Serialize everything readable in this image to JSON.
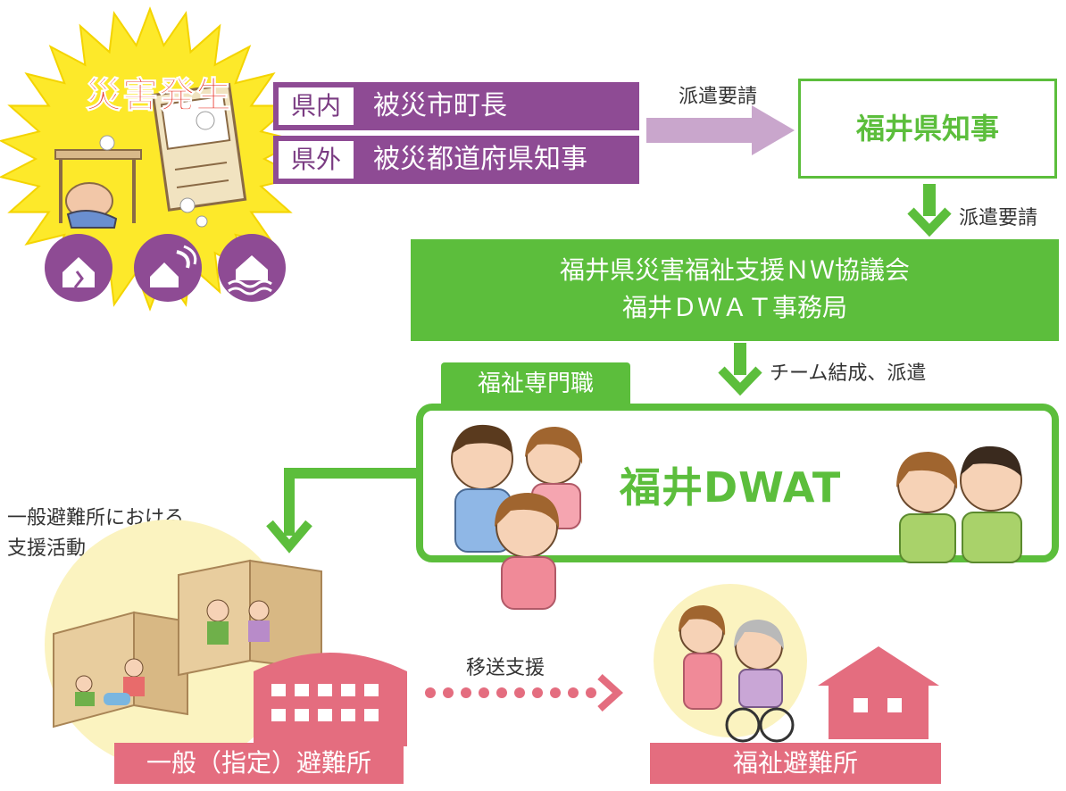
{
  "disaster": {
    "title": "災害発生"
  },
  "requesters": [
    {
      "tag": "県内",
      "text": "被災市町長"
    },
    {
      "tag": "県外",
      "text": "被災都道府県知事"
    }
  ],
  "arrows": {
    "request_1": "派遣要請",
    "request_2": "派遣要請",
    "team": "チーム結成、派遣",
    "transfer": "移送支援"
  },
  "governor": "福井県知事",
  "council": {
    "line1": "福井県災害福祉支援ＮＷ協議会",
    "line2": "福井ＤＷＡＴ事務局"
  },
  "dwat": {
    "tab": "福祉専門職",
    "title": "福井DWAT"
  },
  "general_support": {
    "line1": "一般避難所における",
    "line2": "支援活動"
  },
  "shelters": {
    "general": "一般（指定）避難所",
    "welfare": "福祉避難所"
  },
  "colors": {
    "purple": "#8e4b94",
    "green": "#5cbe3c",
    "pink": "#e46d7f",
    "yellow": "#fde92a",
    "cream": "#fbf3c0"
  },
  "icons": [
    "earthquake-icon",
    "storm-icon",
    "flood-icon"
  ]
}
